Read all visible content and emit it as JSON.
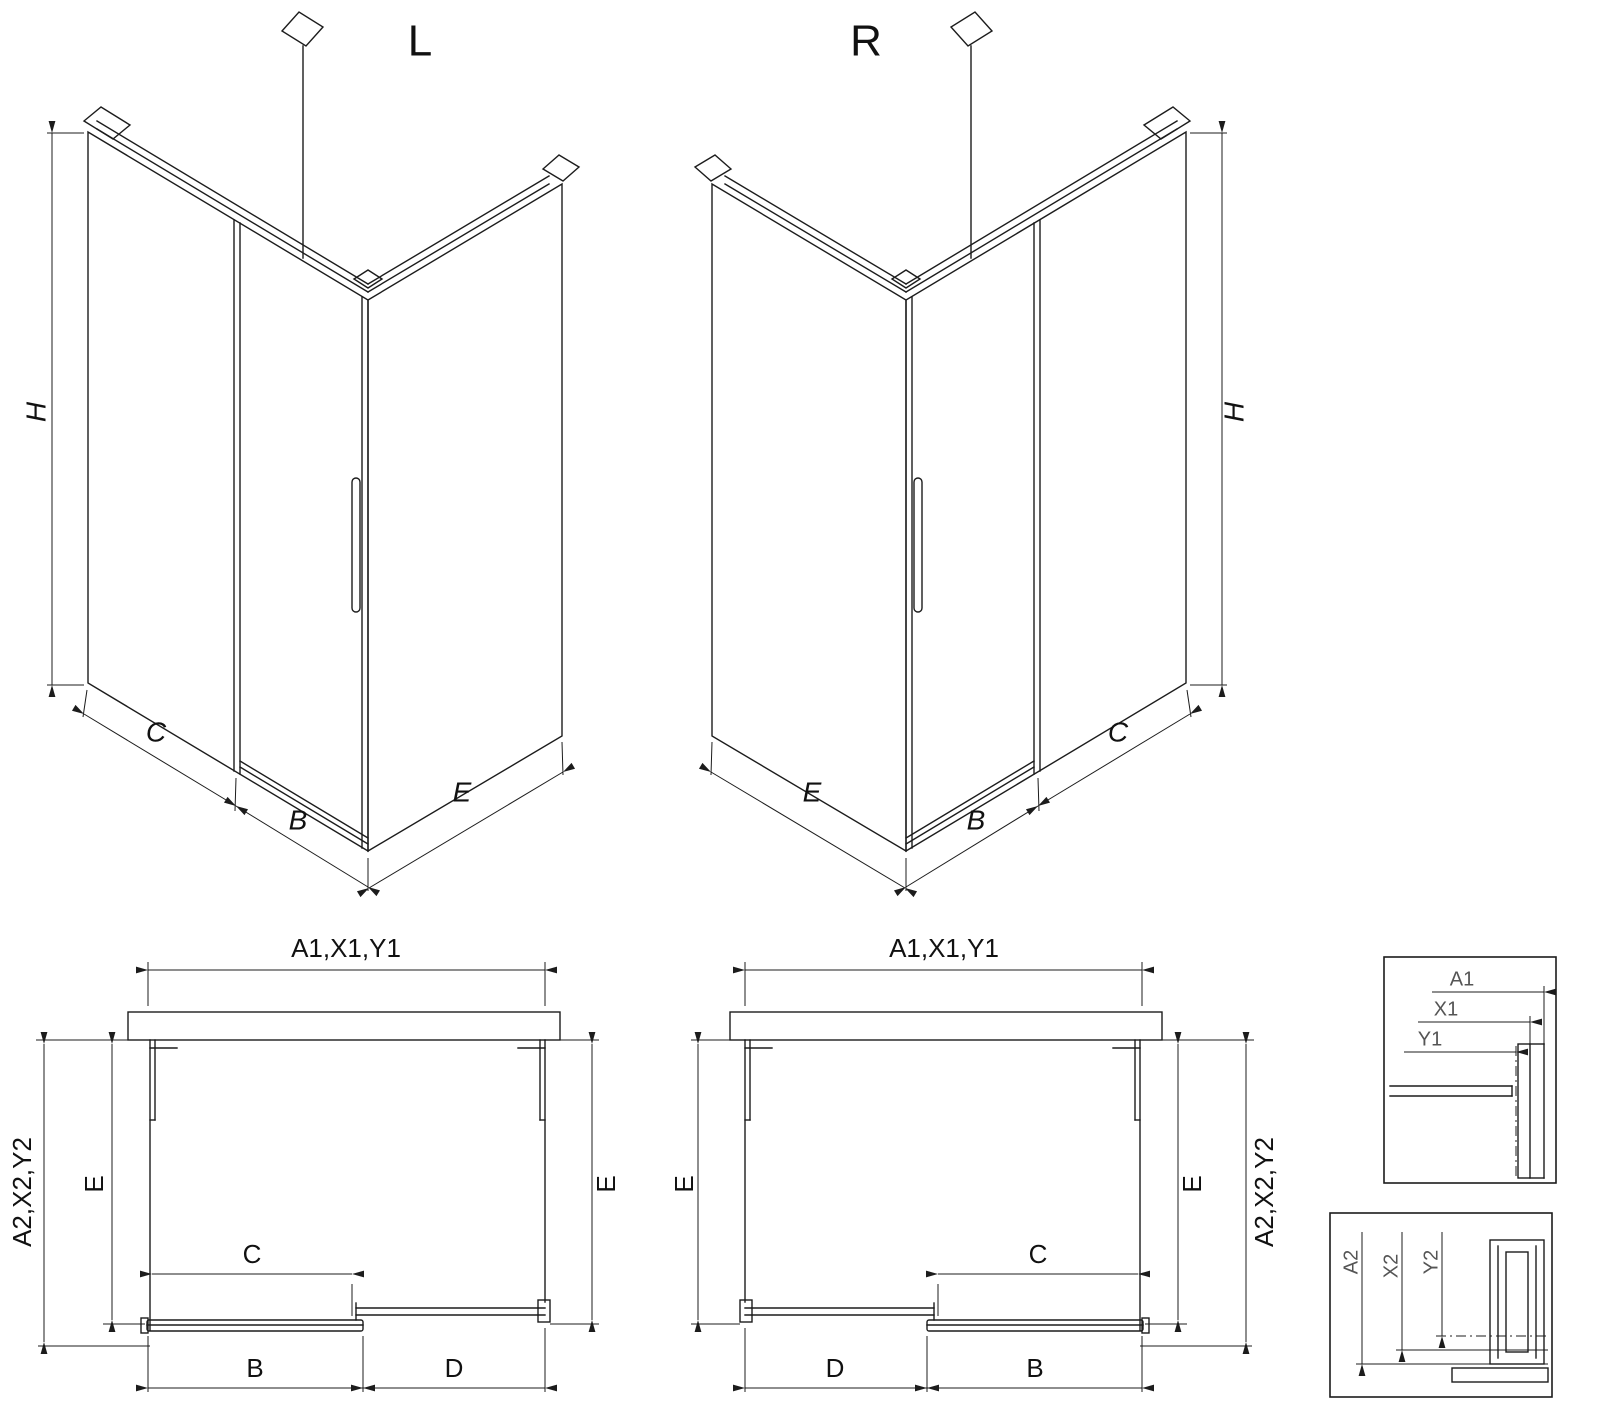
{
  "drawing": {
    "background": "#ffffff",
    "line_color": "#1c1c1c",
    "views": {
      "iso_l": {
        "title": "L",
        "dim_height": "H",
        "dim_side": "C",
        "dim_door": "B",
        "dim_depth": "E"
      },
      "iso_r": {
        "title": "R",
        "dim_height": "H",
        "dim_side": "C",
        "dim_door": "B",
        "dim_depth": "E"
      },
      "plan_l": {
        "dim_width_top": "A1,X1,Y1",
        "dim_depth_outer": "A2,X2,Y2",
        "dim_depth_left": "E",
        "dim_depth_right": "E",
        "dim_opening": "C",
        "dim_door": "B",
        "dim_fixed": "D"
      },
      "plan_r": {
        "dim_width_top": "A1,X1,Y1",
        "dim_depth_outer": "A2,X2,Y2",
        "dim_depth_left": "E",
        "dim_depth_right": "E",
        "dim_opening": "C",
        "dim_door": "B",
        "dim_fixed": "D"
      },
      "detail_wall": {
        "dim_a1": "A1",
        "dim_x1": "X1",
        "dim_y1": "Y1"
      },
      "detail_floor": {
        "dim_a2": "A2",
        "dim_x2": "X2",
        "dim_y2": "Y2"
      }
    }
  }
}
